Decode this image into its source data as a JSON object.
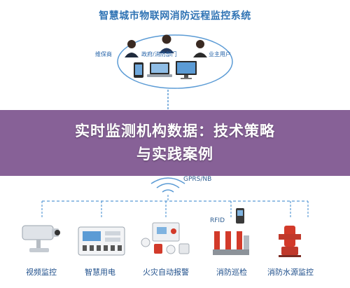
{
  "title": "智慧城市物联网消防远程监控系统",
  "roles": {
    "left": "维保商",
    "center": "政府/消防部门",
    "right": "业主用户"
  },
  "overlay": {
    "line1": "实时监测机构数据：技术策略",
    "line2": "与实践案例"
  },
  "network_label": "GPRS/NB",
  "rfid_label": "RFID",
  "devices": [
    {
      "label": "视频监控"
    },
    {
      "label": "智慧用电"
    },
    {
      "label": "火灾自动报警"
    },
    {
      "label": "消防巡检"
    },
    {
      "label": "消防水源监控"
    }
  ],
  "colors": {
    "brand_blue": "#2f73b4",
    "overlay_purple": "#7d548e",
    "connector_blue": "#5b9bd5",
    "fire_red": "#d23a2a"
  }
}
